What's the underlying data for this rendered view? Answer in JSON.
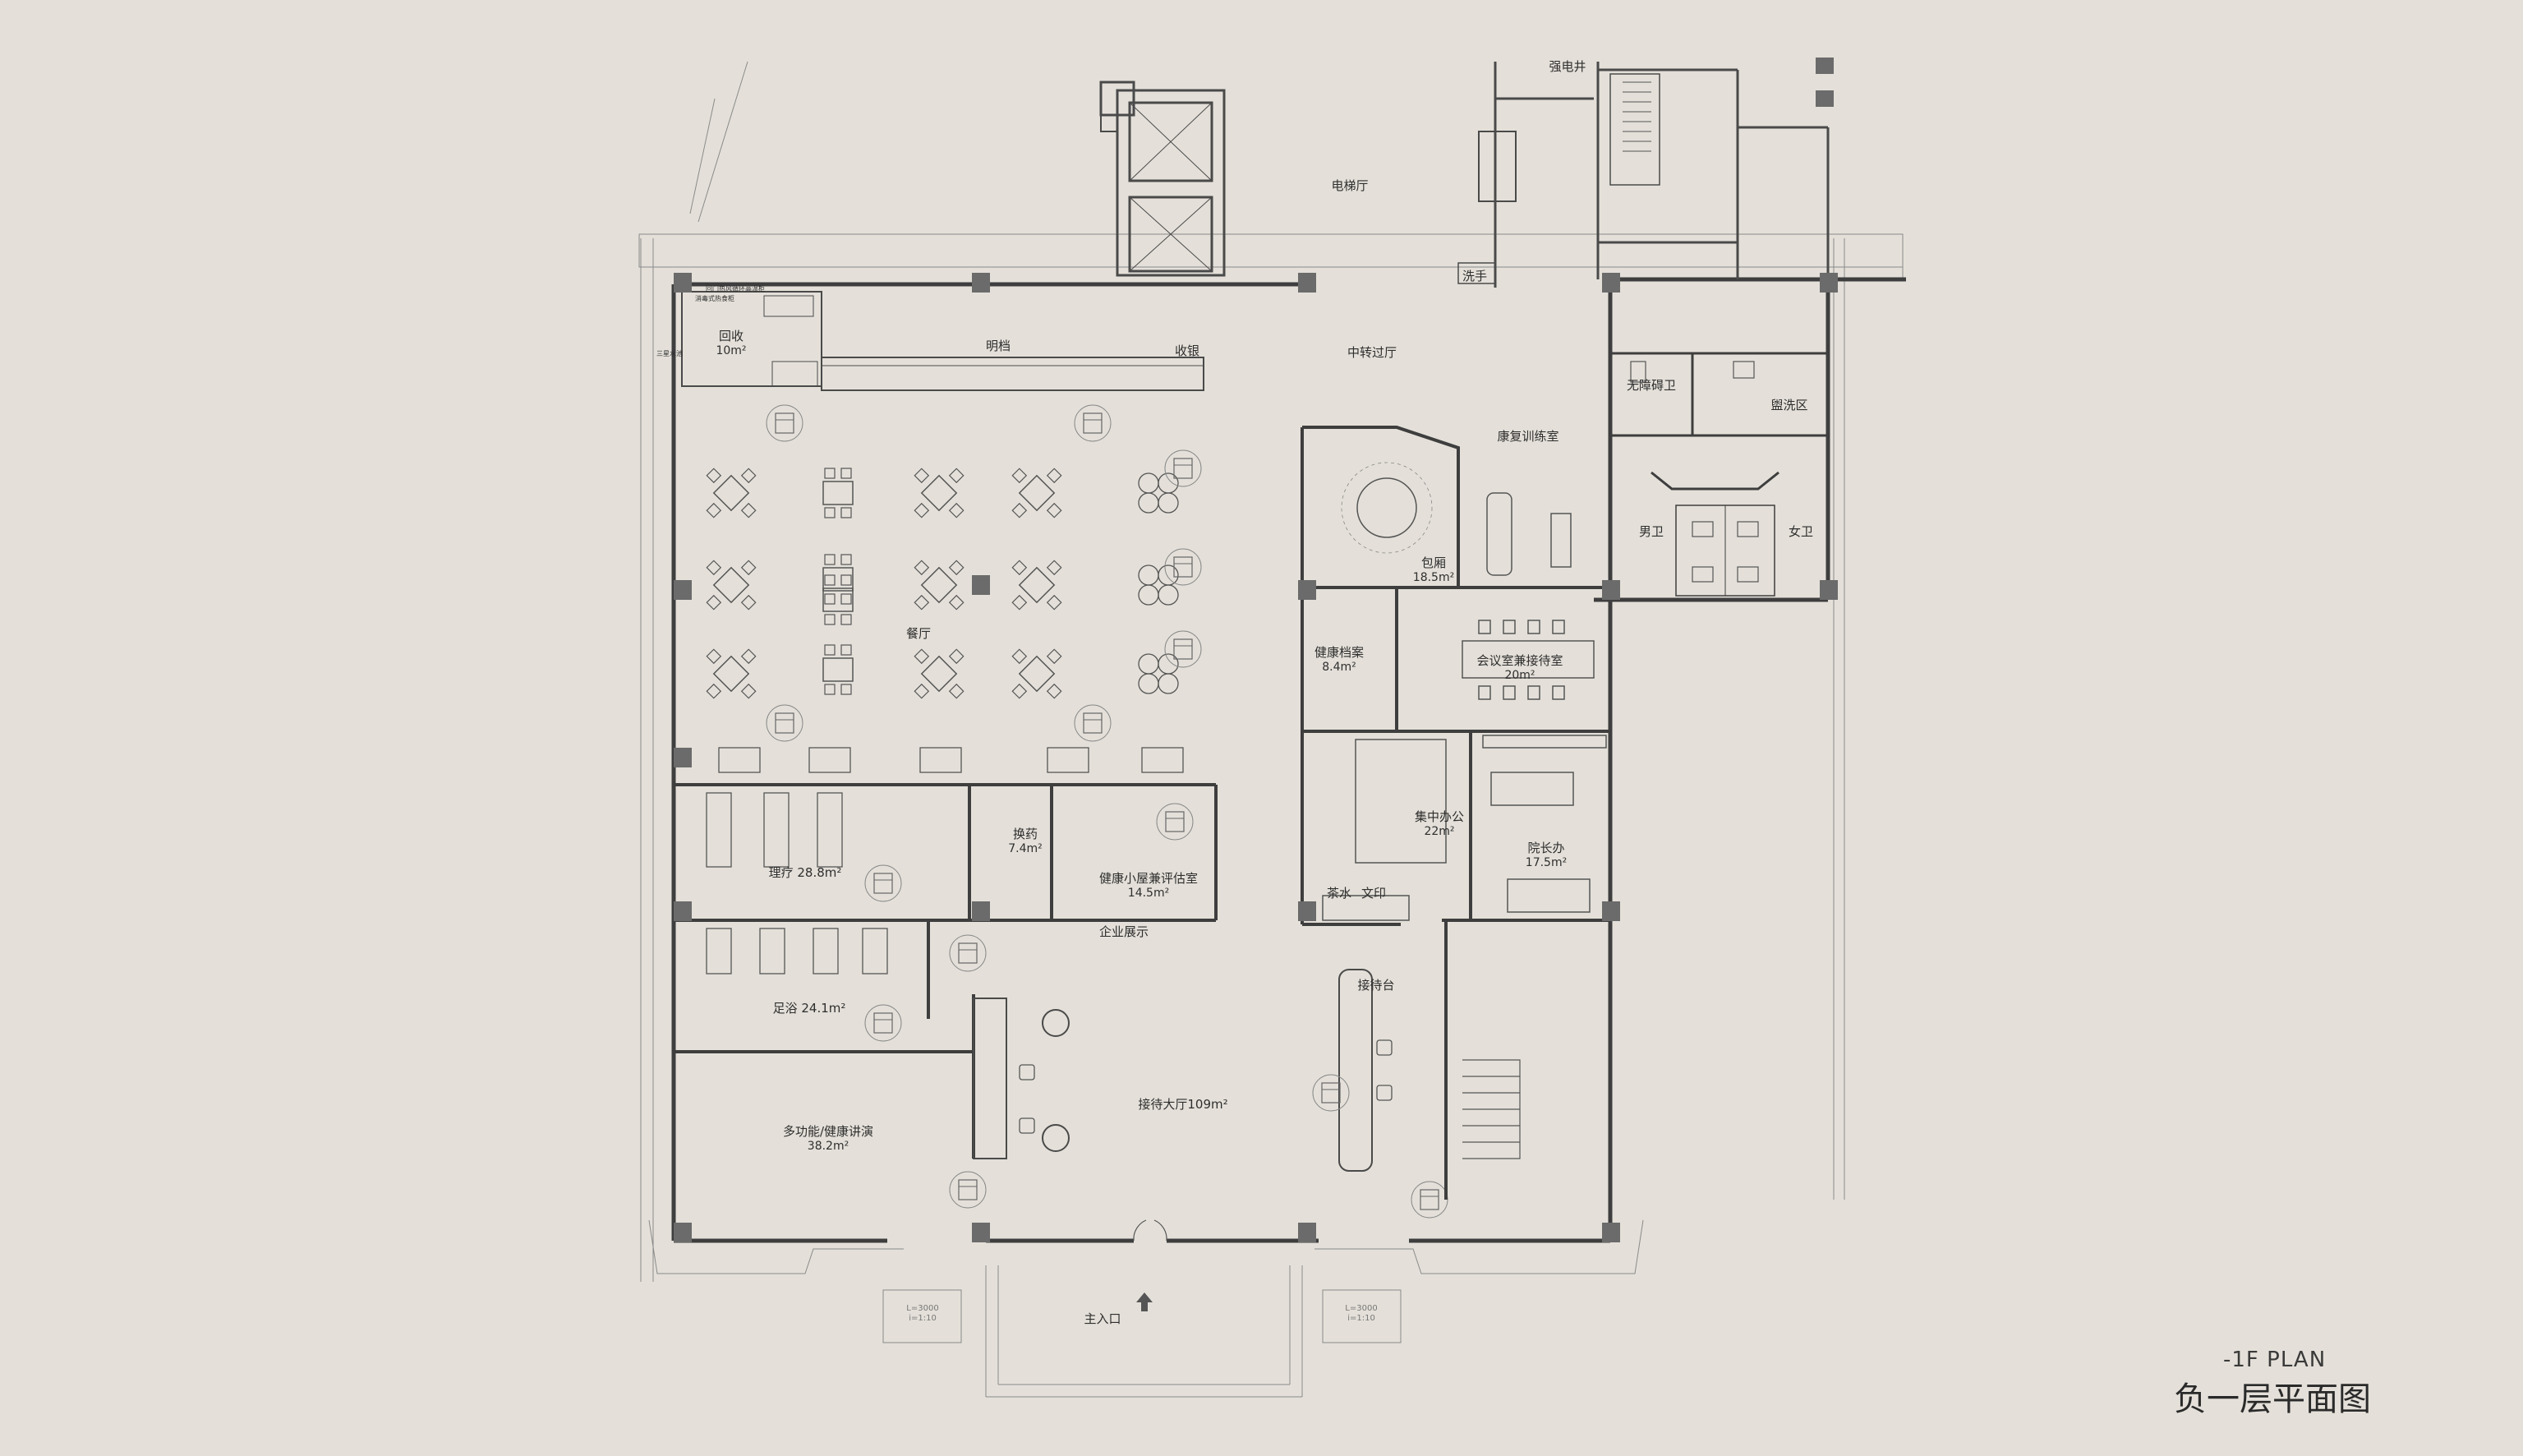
{
  "title_en": "-1F PLAN",
  "title_cn": "负一层平面图",
  "colors": {
    "background": "#e4e0d9",
    "wall": "#4a4a4a",
    "column": "#6b6b6b",
    "line": "#7d7d7d"
  },
  "rooms": {
    "elevator_hall": "电梯厅",
    "transfer_hall": "中转过厅",
    "recycle": "回收",
    "recycle_area": "10m²",
    "open_kitchen": "明档",
    "cashier": "收银",
    "dining": "餐厅",
    "private_room": "包厢",
    "private_room_area": "18.5m²",
    "rehab": "康复训练室",
    "accessible_wc": "无障碍卫",
    "wash_area": "盥洗区",
    "male_wc": "男卫",
    "female_wc": "女卫",
    "wash_basin": "洗手",
    "power_room": "强电井",
    "health_records": "健康档案",
    "health_records_area": "8.4m²",
    "meeting": "会议室兼接待室",
    "meeting_area": "20m²",
    "open_office": "集中办公",
    "open_office_area": "22m²",
    "director": "院长办",
    "director_area": "17.5m²",
    "tea": "茶水",
    "stationery": "文印",
    "therapy": "理疗 28.8m²",
    "pharmacy": "换药",
    "pharmacy_area": "7.4m²",
    "health_hut": "健康小屋兼评估室",
    "health_hut_area": "14.5m²",
    "corporate_display": "企业展示",
    "foot_bath": "足浴 24.1m²",
    "reception_desk": "接待台",
    "reception_hall": "接待大厅109m²",
    "multi_function": "多功能/健康讲演",
    "multi_function_area": "38.2m²",
    "main_entrance": "主入口"
  },
  "notes": {
    "ramp_left_len": "L=3000",
    "ramp_left_slope": "i=1:10",
    "ramp_right_len": "L=3000",
    "ramp_right_slope": "i=1:10",
    "equipment_note_1": "回门热风循环高温柜",
    "equipment_note_2": "消毒式热食柜",
    "equipment_note_3": "三星水池"
  },
  "icons": [
    "column-icon",
    "dining-table-icon",
    "round-table-icon",
    "massage-chair-icon",
    "entrance-arrow-icon",
    "stair-icon",
    "elevator-icon"
  ]
}
